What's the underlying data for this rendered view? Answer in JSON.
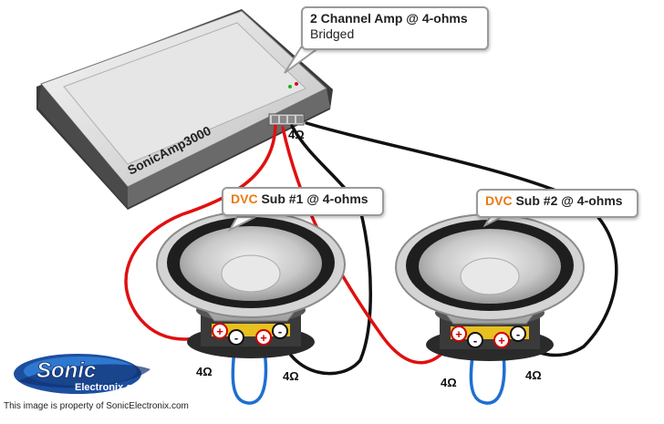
{
  "amp": {
    "brand": "SonicAmp3000",
    "callout_title": "2 Channel Amp @ 4-ohms",
    "callout_sub": "Bridged",
    "terminal_label": "4Ω"
  },
  "sub1": {
    "dvc": "DVC",
    "title": " Sub #1 @ 4-ohms",
    "coil_left_label": "4Ω",
    "coil_right_label": "4Ω"
  },
  "sub2": {
    "dvc": "DVC",
    "title": " Sub #2 @ 4-ohms",
    "coil_left_label": "4Ω",
    "coil_right_label": "4Ω"
  },
  "terminals": {
    "plus": "+",
    "minus": "-"
  },
  "logo": {
    "word": "Sonic",
    "sub": "Electronix.com"
  },
  "caption": "This image is property of SonicElectronix.com",
  "colors": {
    "positive_wire": "#e01010",
    "negative_wire": "#111111",
    "jumper_wire": "#1e6fd0",
    "dvc_accent": "#e87a10"
  }
}
